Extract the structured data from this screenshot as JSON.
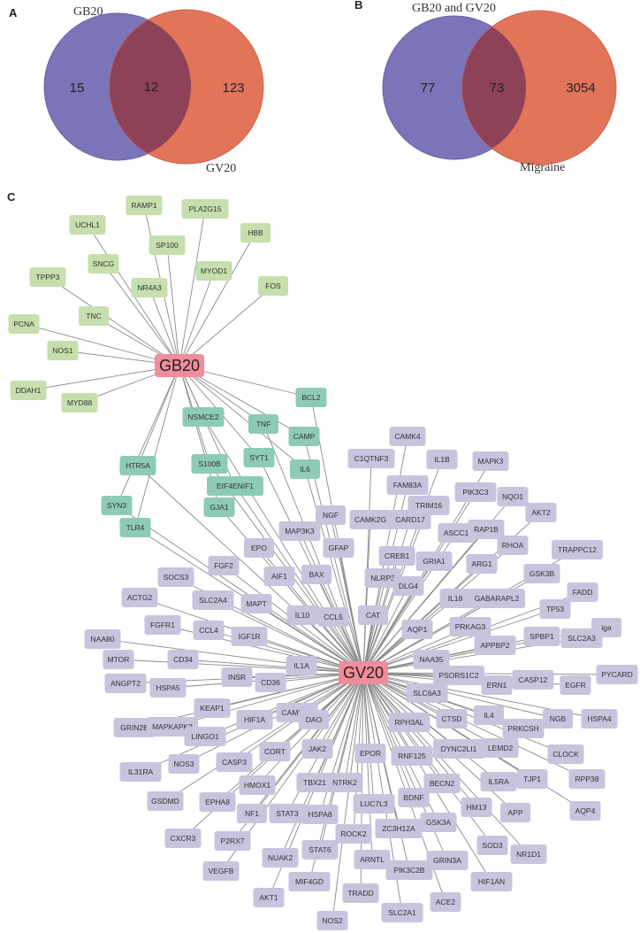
{
  "panels": {
    "a": {
      "label": "A",
      "left_title": "GB20",
      "right_title": "GV20",
      "left_only": "15",
      "overlap": "12",
      "right_only": "123"
    },
    "b": {
      "label": "B",
      "left_title": "GB20 and GV20",
      "right_title": "Migraine",
      "left_only": "77",
      "overlap": "73",
      "right_only": "3054"
    },
    "c": {
      "label": "C"
    }
  },
  "colors": {
    "venn_left": "#7b74b8",
    "venn_right": "#e2745a",
    "venn_overlap": "#8d4257",
    "gb20_only_node": "#c5dfad",
    "shared_node": "#8ecbb4",
    "gv20_node": "#c9c3dd",
    "hub": "#f28b9b",
    "edge": "#8a8a8a"
  },
  "network": {
    "hubs": [
      {
        "id": "GB20",
        "label": "GB20"
      },
      {
        "id": "GV20",
        "label": "GV20"
      }
    ],
    "gb20_only": [
      "RAMP1",
      "PLA2G15",
      "UCHL1",
      "SP100",
      "HBB",
      "SNCG",
      "MYOD1",
      "TPPP3",
      "NR4A3",
      "FOS",
      "TNC",
      "PCNA",
      "NOS1",
      "DDAH1",
      "MYD88"
    ],
    "shared": [
      "BCL2",
      "NSMCE2",
      "TNF",
      "CAMP",
      "SYT1",
      "S100B",
      "IL6",
      "HTR5A",
      "EIF4ENIF1",
      "GJA1",
      "SYN3",
      "TLR4"
    ],
    "gv20_only": [
      "CAMK4",
      "IL1B",
      "MAPK3",
      "C1QTNF3",
      "FAM83A",
      "PIK3C3",
      "NQO1",
      "TRIM16",
      "AKT2",
      "CAMK2G",
      "CARD17",
      "ASCC1",
      "RAP1B",
      "NGF",
      "RHOA",
      "TRAPPC12",
      "MAP3K3",
      "GFAP",
      "CREB1",
      "GRIA1",
      "ARG1",
      "EPO",
      "GSK3B",
      "FGF2",
      "AIF1",
      "BAX",
      "NLRP3",
      "DLG4",
      "FADD",
      "SOCS3",
      "GABARAPL2",
      "ACTG2",
      "SLC2A4",
      "MAPT",
      "IL18",
      "TP53",
      "IL10",
      "CCL5",
      "CAT",
      "FGFR1",
      "CCL4",
      "IGF1R",
      "AQP1",
      "PRKAG3",
      "iga",
      "NAA80",
      "APPBP2",
      "SPBP1",
      "SLC2A3",
      "MTOR",
      "CD34",
      "IL1A",
      "NAA35",
      "INSR",
      "CD36",
      "PSORS1C2",
      "ANGPT2",
      "HSPA5",
      "CASP12",
      "PYCARD",
      "ERN1",
      "EGFR",
      "SLC6A3",
      "KEAP1",
      "HIF1A",
      "CAMK2B",
      "GRIN2B",
      "MAPKAPK2",
      "DAO",
      "CTSD",
      "IL4",
      "NGB",
      "HSPA4",
      "RPH3AL",
      "PRKCSH",
      "LINGO1",
      "DYNC2LI1",
      "LEMD2",
      "CLOCK",
      "CORT",
      "JAK2",
      "IL31RA",
      "NOS3",
      "CASP3",
      "EPOR",
      "RNF125",
      "IL5RA",
      "TJP1",
      "RPP38",
      "HMOX1",
      "TBX21",
      "NTRK2",
      "BECN2",
      "GSDMD",
      "EPHA8",
      "AQP4",
      "HM13",
      "APP",
      "NF1",
      "STAT3",
      "LUC7L3",
      "BDNF",
      "HSPA8",
      "ZC3H12A",
      "GSK3A",
      "CXCR3",
      "P2RX7",
      "SOD3",
      "NR1D1",
      "ROCK2",
      "STAT6",
      "NUAK2",
      "VEGFB",
      "ARNTL",
      "PIK3C2B",
      "GRIN3A",
      "MIF4GD",
      "AKT1",
      "HIF1AN",
      "TRADD",
      "ACE2",
      "SLC2A1",
      "NOS2"
    ]
  }
}
